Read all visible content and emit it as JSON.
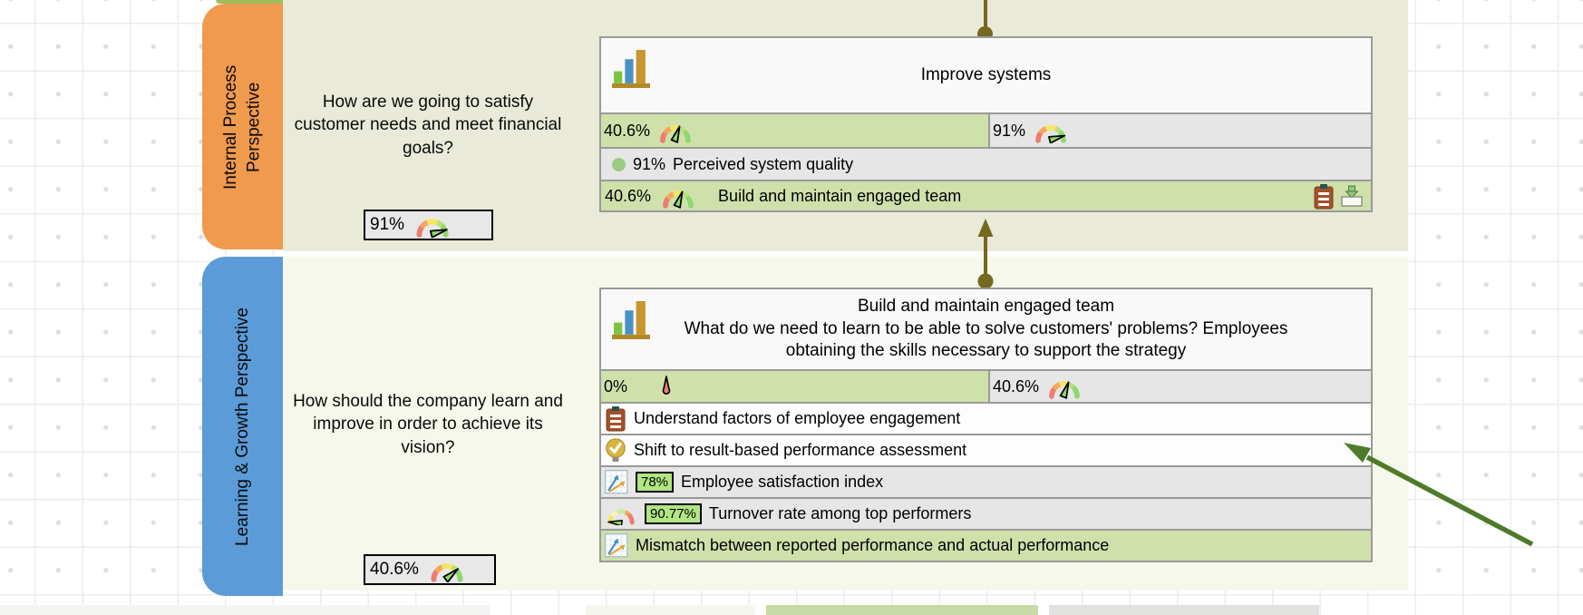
{
  "perspectives": [
    {
      "name": "Internal Process Perspective",
      "question": "How are we going to satisfy customer needs and meet financial goals?",
      "score": "91%",
      "tab_color": "#F09A4E",
      "band_color": "#E9EAD8"
    },
    {
      "name": "Learning & Growth Perspective",
      "question": "How should the company learn and improve in order to achieve its vision?",
      "score": "40.6%",
      "tab_color": "#5B9BD7",
      "band_color": "#F6F8EC"
    }
  ],
  "card1": {
    "title": "Improve systems",
    "progress": "40.6%",
    "performance": "91%",
    "rows": [
      {
        "value": "91%",
        "label": "Perceived system quality",
        "icon": "status-dot-icon"
      },
      {
        "value": "40.6%",
        "label": "Build and maintain engaged team",
        "icon": "gauge-icon",
        "trailing_icons": [
          "clipboard-icon",
          "export-icon"
        ]
      }
    ]
  },
  "card2": {
    "title": "Build and maintain engaged team",
    "subtitle": "What do we need to learn to be able to solve customers' problems? Employees obtaining the skills necessary to support the strategy",
    "progress": "0%",
    "performance": "40.6%",
    "rows": [
      {
        "label": "Understand factors of employee engagement",
        "icon": "clipboard-icon"
      },
      {
        "label": "Shift to result-based performance assessment",
        "icon": "lightbulb-check-icon"
      },
      {
        "badge": "78%",
        "label": "Employee satisfaction index",
        "icon": "line-chart-icon"
      },
      {
        "badge": "90.77%",
        "label": "Turnover rate among top performers",
        "icon": "gauge-reversed-icon"
      },
      {
        "label": "Mismatch between reported performance and actual performance",
        "icon": "line-chart-icon"
      }
    ]
  },
  "colors": {
    "connector_olive": "#75681F",
    "annotation_arrow_green": "#4E7B29",
    "cell_green": "#CFE0AB",
    "cell_gray": "#E6E6E6",
    "badge_green": "#B2E583",
    "card_border": "#999999"
  }
}
